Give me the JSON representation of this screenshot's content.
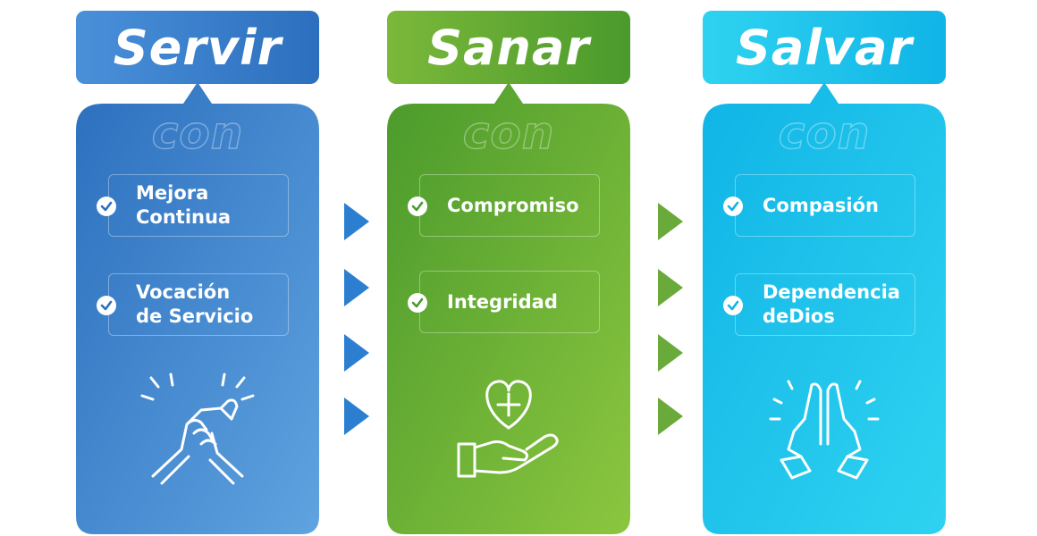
{
  "columns": [
    {
      "title": "Servir",
      "con": "con",
      "items": [
        {
          "label": "Mejora\nContinua",
          "icon": "check-icon"
        },
        {
          "label": "Vocación\nde Servicio",
          "icon": "check-icon"
        }
      ],
      "illustration": "clasped-hands-icon",
      "colors": {
        "top": "#2c6fbe",
        "bottom": "#5fa3e0",
        "check": "#2c6fbe"
      }
    },
    {
      "title": "Sanar",
      "con": "con",
      "items": [
        {
          "label": "Compromiso",
          "icon": "check-icon"
        },
        {
          "label": "Integridad",
          "icon": "check-icon"
        }
      ],
      "illustration": "heart-in-hand-icon",
      "colors": {
        "top": "#4a9a2c",
        "bottom": "#8cc63f",
        "check": "#4a9a2c"
      }
    },
    {
      "title": "Salvar",
      "con": "con",
      "items": [
        {
          "label": "Compasión",
          "icon": "check-icon"
        },
        {
          "label": "Dependencia\ndeDios",
          "icon": "check-icon"
        }
      ],
      "illustration": "praying-hands-icon",
      "colors": {
        "top": "#10b4e6",
        "bottom": "#2fd3f0",
        "check": "#10b4e6"
      }
    }
  ],
  "arrows": {
    "between_1_2": {
      "color": "#2c7fd0",
      "icon": "triangle-right-icon",
      "count": 4
    },
    "between_2_3": {
      "color": "#6aaa3a",
      "icon": "triangle-right-icon",
      "count": 4
    }
  }
}
